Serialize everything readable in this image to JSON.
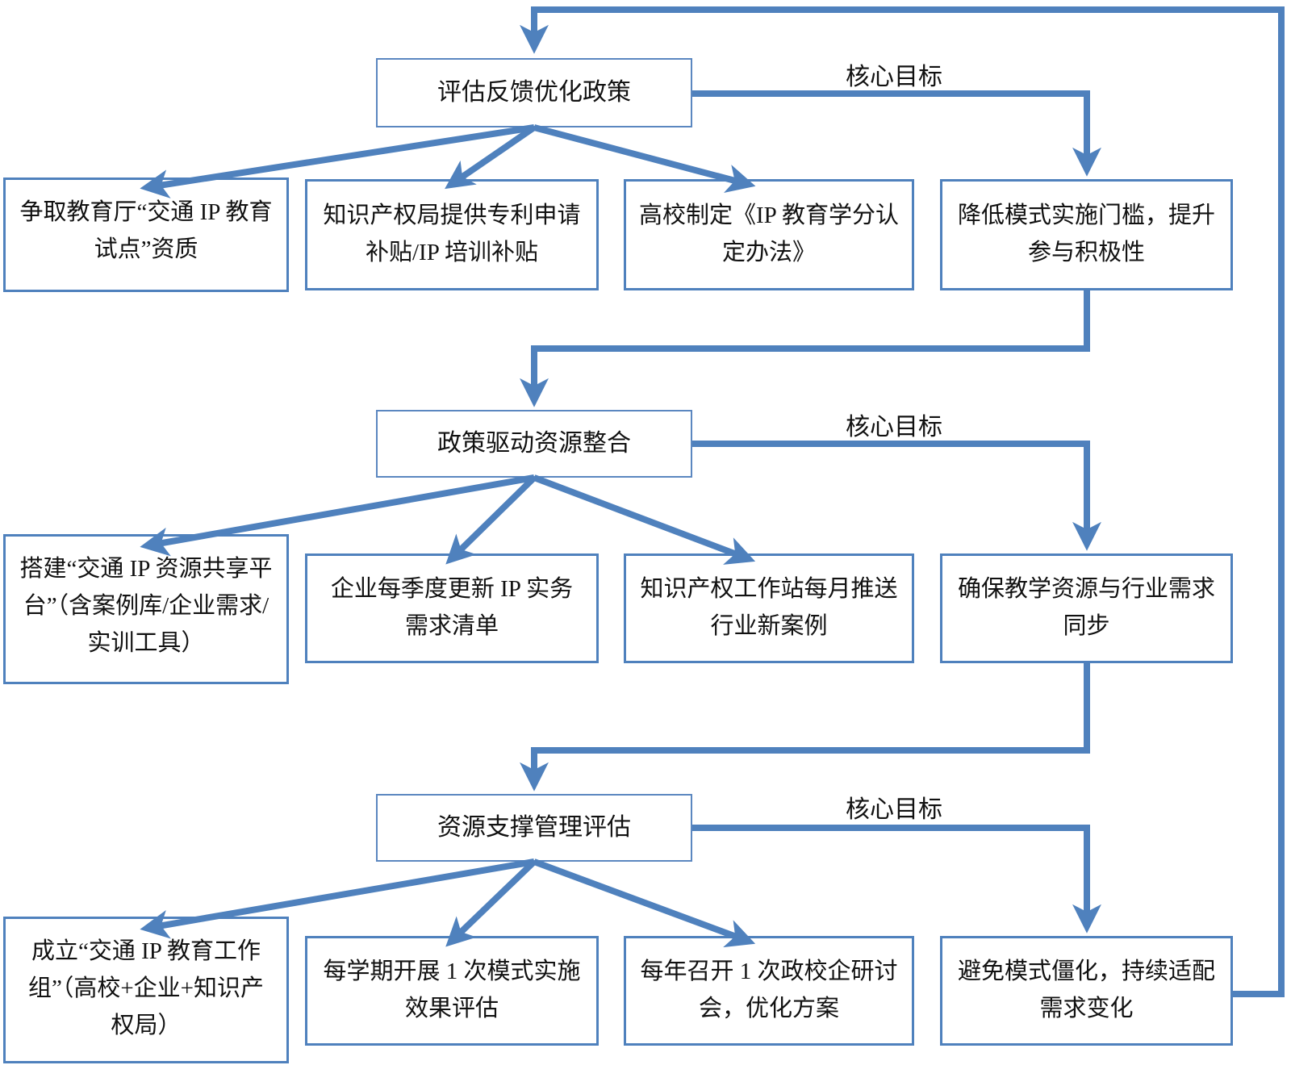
{
  "colors": {
    "arrow": "#4f81bd",
    "box_border": "#4f81bd",
    "text": "#111111",
    "background": "#ffffff"
  },
  "sections": [
    {
      "main": "评估反馈优化政策",
      "goal_label": "核心目标",
      "children": [
        "争取教育厅“交通 IP 教育试点”资质",
        "知识产权局提供专利申请补贴/IP 培训补贴",
        "高校制定《IP 教育学分认定办法》"
      ],
      "outcome": "降低模式实施门槛，提升参与积极性"
    },
    {
      "main": "政策驱动资源整合",
      "goal_label": "核心目标",
      "children": [
        "搭建“交通 IP 资源共享平台”（含案例库/企业需求/实训工具）",
        "企业每季度更新 IP 实务需求清单",
        "知识产权工作站每月推送行业新案例"
      ],
      "outcome": "确保教学资源与行业需求同步"
    },
    {
      "main": "资源支撑管理评估",
      "goal_label": "核心目标",
      "children": [
        "成立“交通 IP 教育工作组”（高校+企业+知识产权局）",
        "每学期开展 1 次模式实施效果评估",
        "每年召开 1 次政校企研讨会，优化方案"
      ],
      "outcome": "避免模式僵化，持续适配需求变化"
    }
  ]
}
